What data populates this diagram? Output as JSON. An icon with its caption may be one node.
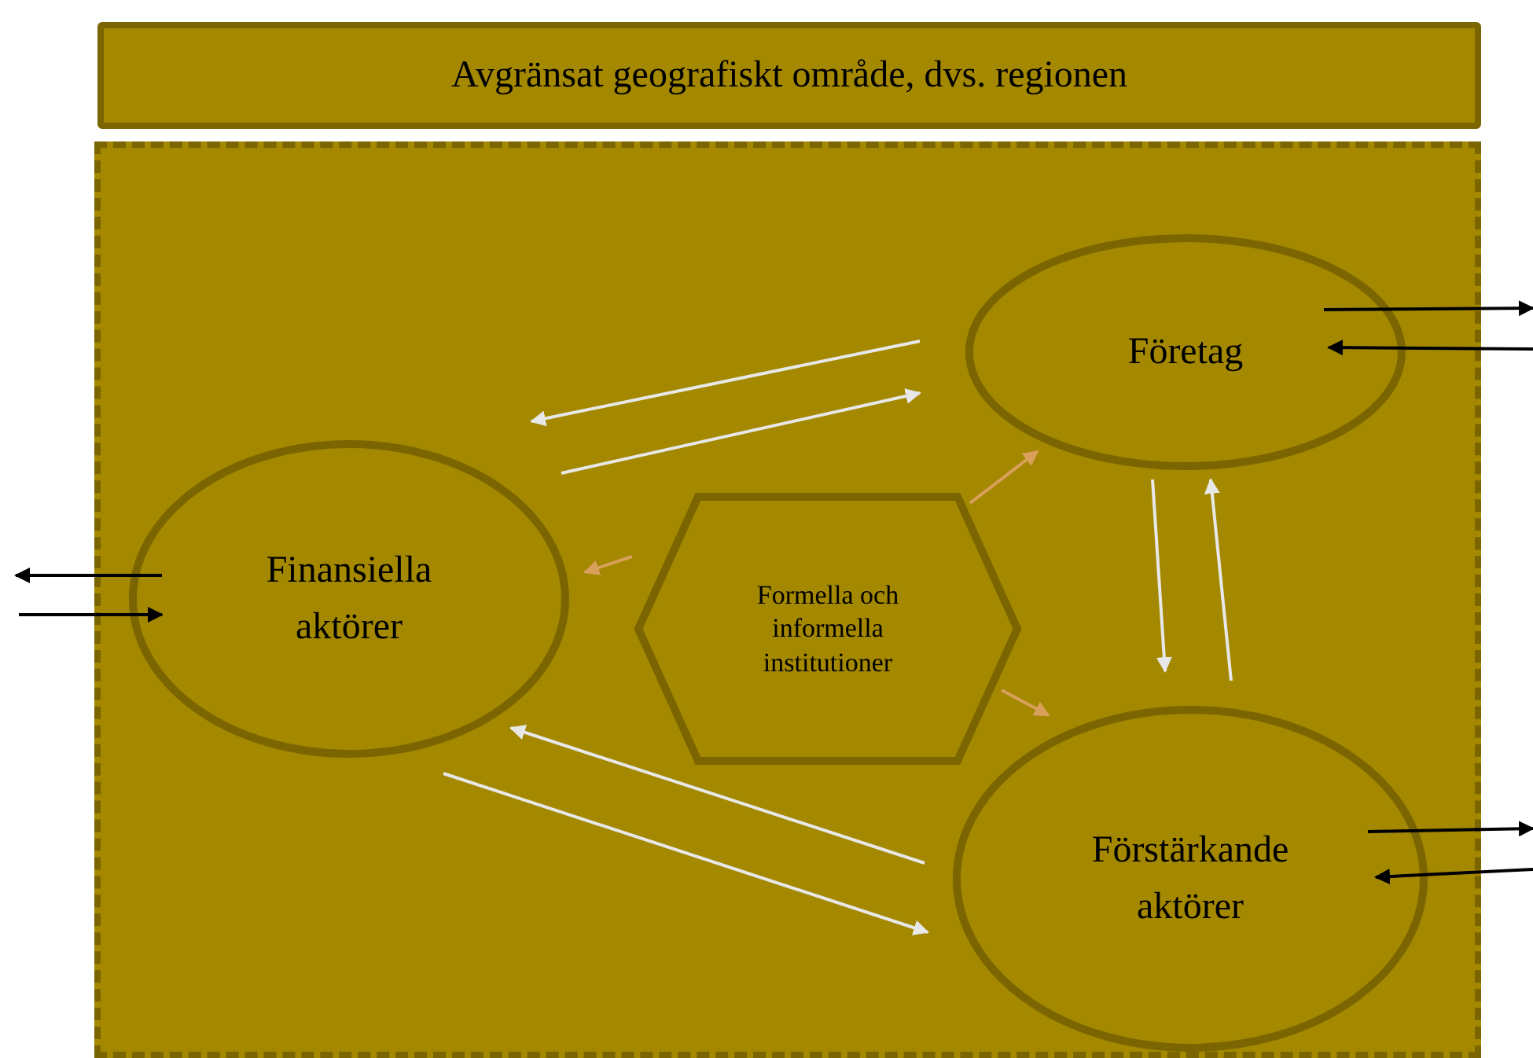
{
  "diagram": {
    "nodes": [
      {
        "text": [
          "Avgränsat geografiskt område, dvs. regionen"
        ]
      },
      {
        "text": [],
        "shape": "box"
      },
      {
        "text": [
          "Företag"
        ],
        "in": 1
      },
      {
        "text": [
          "Finansiella aktörer"
        ],
        "in": 1
      },
      {
        "text": [
          "Formella och informella institutioner"
        ],
        "in": 1
      },
      {
        "text": [
          "Förstärkande aktörer"
        ],
        "in": 1
      }
    ],
    "edges": [
      {
        "from": 2,
        "to": 3,
        "arrow": "to"
      },
      {
        "from": 3,
        "to": 2,
        "arrow": "to"
      },
      {
        "from": 2,
        "to": 5,
        "arrow": "to"
      },
      {
        "from": 5,
        "to": 2,
        "arrow": "to"
      },
      {
        "from": 5,
        "to": 3,
        "arrow": "to"
      },
      {
        "from": 3,
        "to": 5,
        "arrow": "to"
      },
      {
        "from": 4,
        "to": 2,
        "arrow": "to",
        "color": "#d9a05b"
      },
      {
        "from": 4,
        "to": 3,
        "arrow": "to",
        "color": "#d9a05b"
      },
      {
        "from": 4,
        "to": 5,
        "arrow": "to",
        "color": "#d9a05b"
      },
      {
        "from": 2,
        "to": null,
        "arrow": "to",
        "color": "#000000"
      },
      {
        "from": null,
        "to": 2,
        "arrow": "to",
        "color": "#000000"
      },
      {
        "from": 5,
        "to": null,
        "arrow": "to",
        "color": "#000000"
      },
      {
        "from": null,
        "to": 5,
        "arrow": "to",
        "color": "#000000"
      },
      {
        "from": 3,
        "to": null,
        "arrow": "to",
        "color": "#000000"
      },
      {
        "from": null,
        "to": 3,
        "arrow": "to",
        "color": "#000000"
      }
    ]
  }
}
